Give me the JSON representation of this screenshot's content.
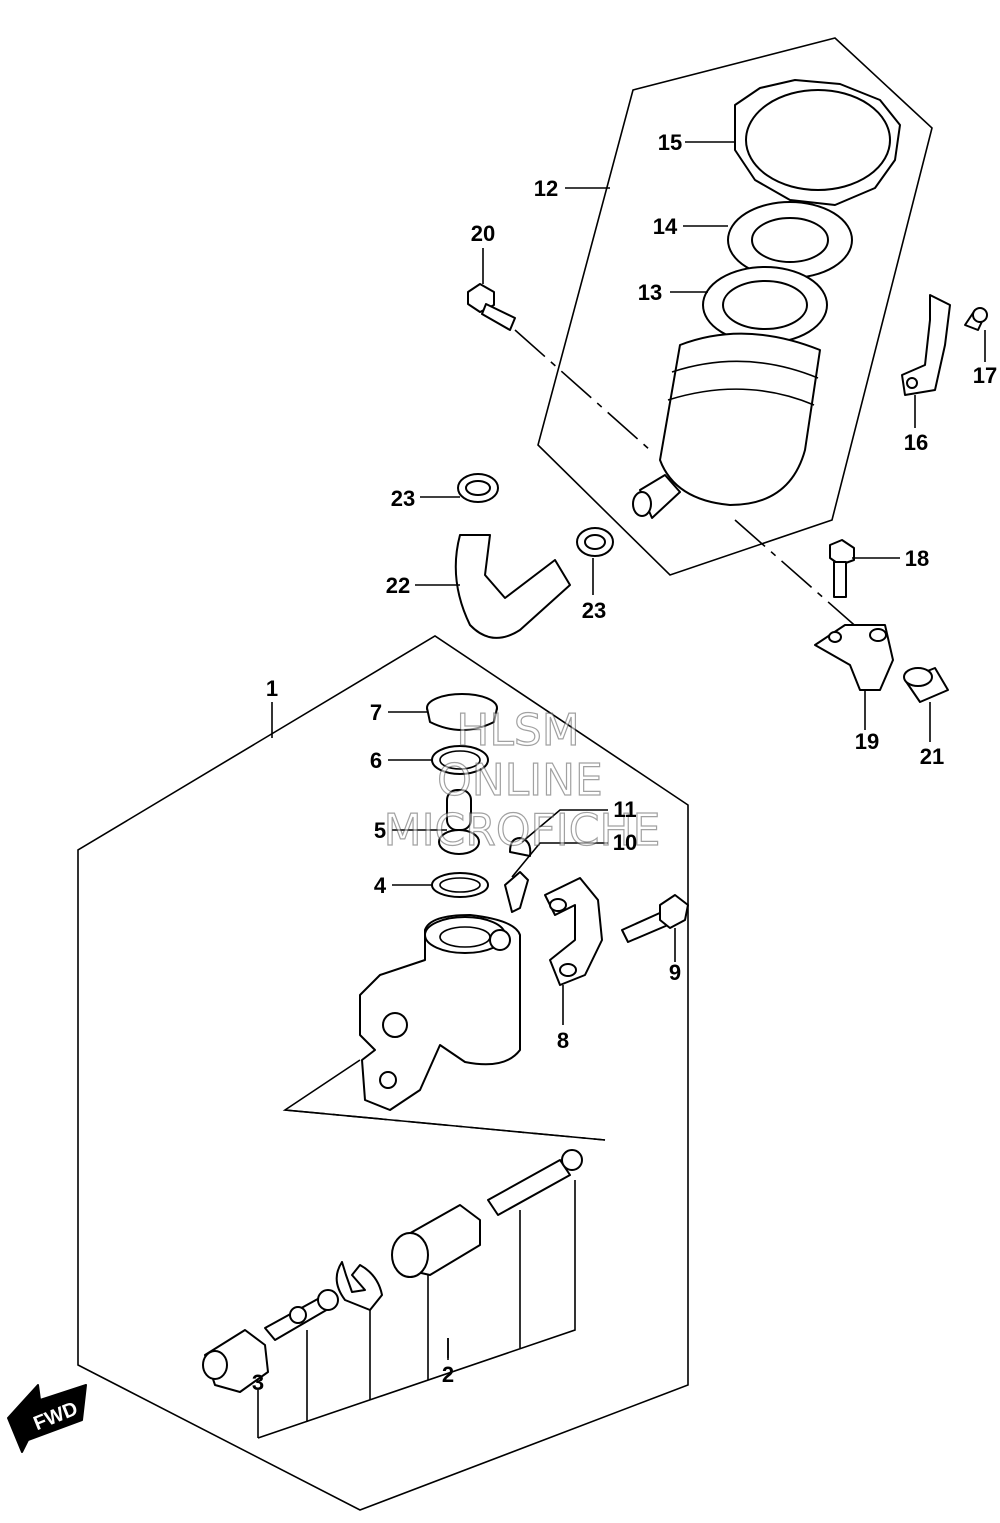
{
  "callouts": {
    "c1": "1",
    "c2": "2",
    "c3": "3",
    "c4": "4",
    "c5": "5",
    "c6": "6",
    "c7": "7",
    "c8": "8",
    "c9": "9",
    "c10": "10",
    "c11": "11",
    "c12": "12",
    "c13": "13",
    "c14": "14",
    "c15": "15",
    "c16": "16",
    "c17": "17",
    "c18": "18",
    "c19": "19",
    "c20": "20",
    "c21": "21",
    "c22": "22",
    "c23a": "23",
    "c23b": "23"
  },
  "watermark": {
    "line1": "HLSM",
    "line2": "ONLINE",
    "line3": "MICROFICHE"
  },
  "fwd_label": "FWD"
}
